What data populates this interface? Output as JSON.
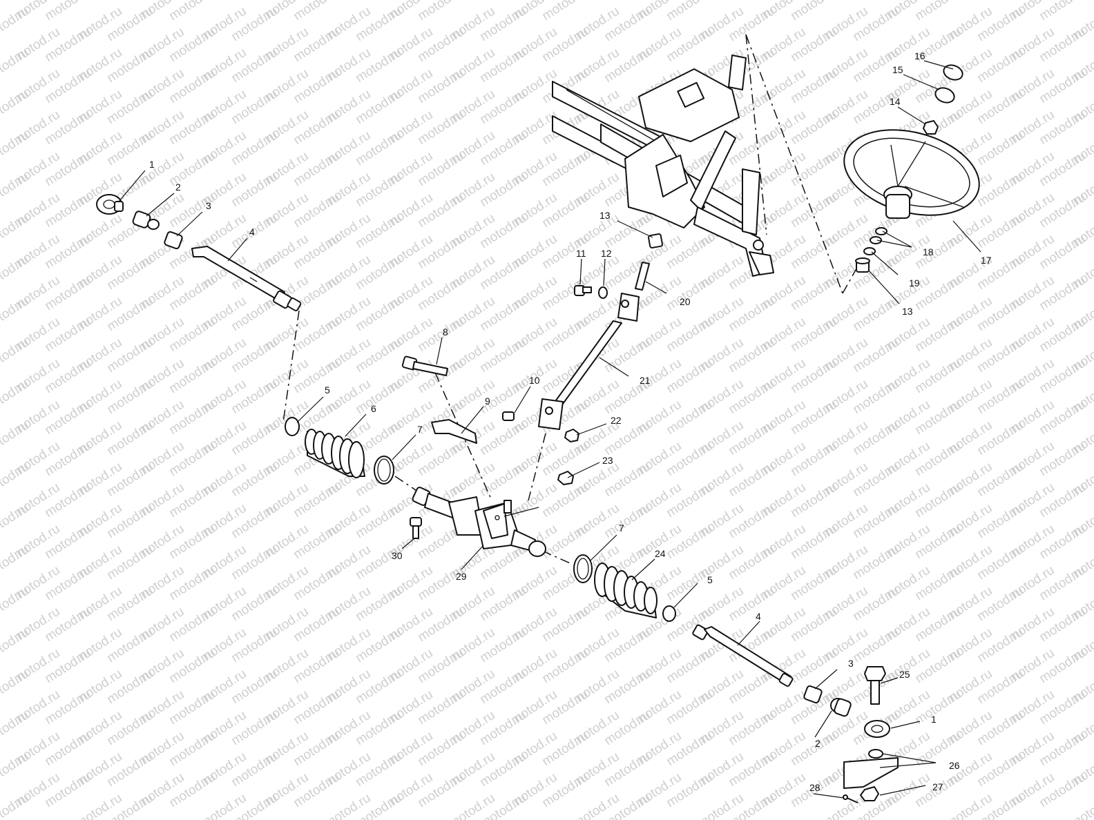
{
  "watermark": {
    "text": "motod.ru"
  },
  "callouts": [
    {
      "id": "c1a",
      "text": "1"
    },
    {
      "id": "c2a",
      "text": "2"
    },
    {
      "id": "c3a",
      "text": "3"
    },
    {
      "id": "c4a",
      "text": "4"
    },
    {
      "id": "c5a",
      "text": "5"
    },
    {
      "id": "c6",
      "text": "6"
    },
    {
      "id": "c7a",
      "text": "7"
    },
    {
      "id": "c8",
      "text": "8"
    },
    {
      "id": "c9",
      "text": "9"
    },
    {
      "id": "c10",
      "text": "10"
    },
    {
      "id": "c11",
      "text": "11"
    },
    {
      "id": "c12",
      "text": "12"
    },
    {
      "id": "c13a",
      "text": "13"
    },
    {
      "id": "c13b",
      "text": "13"
    },
    {
      "id": "c14",
      "text": "14"
    },
    {
      "id": "c15",
      "text": "15"
    },
    {
      "id": "c16",
      "text": "16"
    },
    {
      "id": "c17",
      "text": "17"
    },
    {
      "id": "c18",
      "text": "18"
    },
    {
      "id": "c19",
      "text": "19"
    },
    {
      "id": "c20",
      "text": "20"
    },
    {
      "id": "c21",
      "text": "21"
    },
    {
      "id": "c22",
      "text": "22"
    },
    {
      "id": "c23",
      "text": "23"
    },
    {
      "id": "c24",
      "text": "24"
    },
    {
      "id": "c7b",
      "text": "7"
    },
    {
      "id": "c5b",
      "text": "5"
    },
    {
      "id": "c4b",
      "text": "4"
    },
    {
      "id": "c3b",
      "text": "3"
    },
    {
      "id": "c25",
      "text": "25"
    },
    {
      "id": "c1b",
      "text": "1"
    },
    {
      "id": "c2b",
      "text": "2"
    },
    {
      "id": "c26",
      "text": "26"
    },
    {
      "id": "c27",
      "text": "27"
    },
    {
      "id": "c28",
      "text": "28"
    },
    {
      "id": "c29",
      "text": "29"
    },
    {
      "id": "c30",
      "text": "30"
    }
  ]
}
